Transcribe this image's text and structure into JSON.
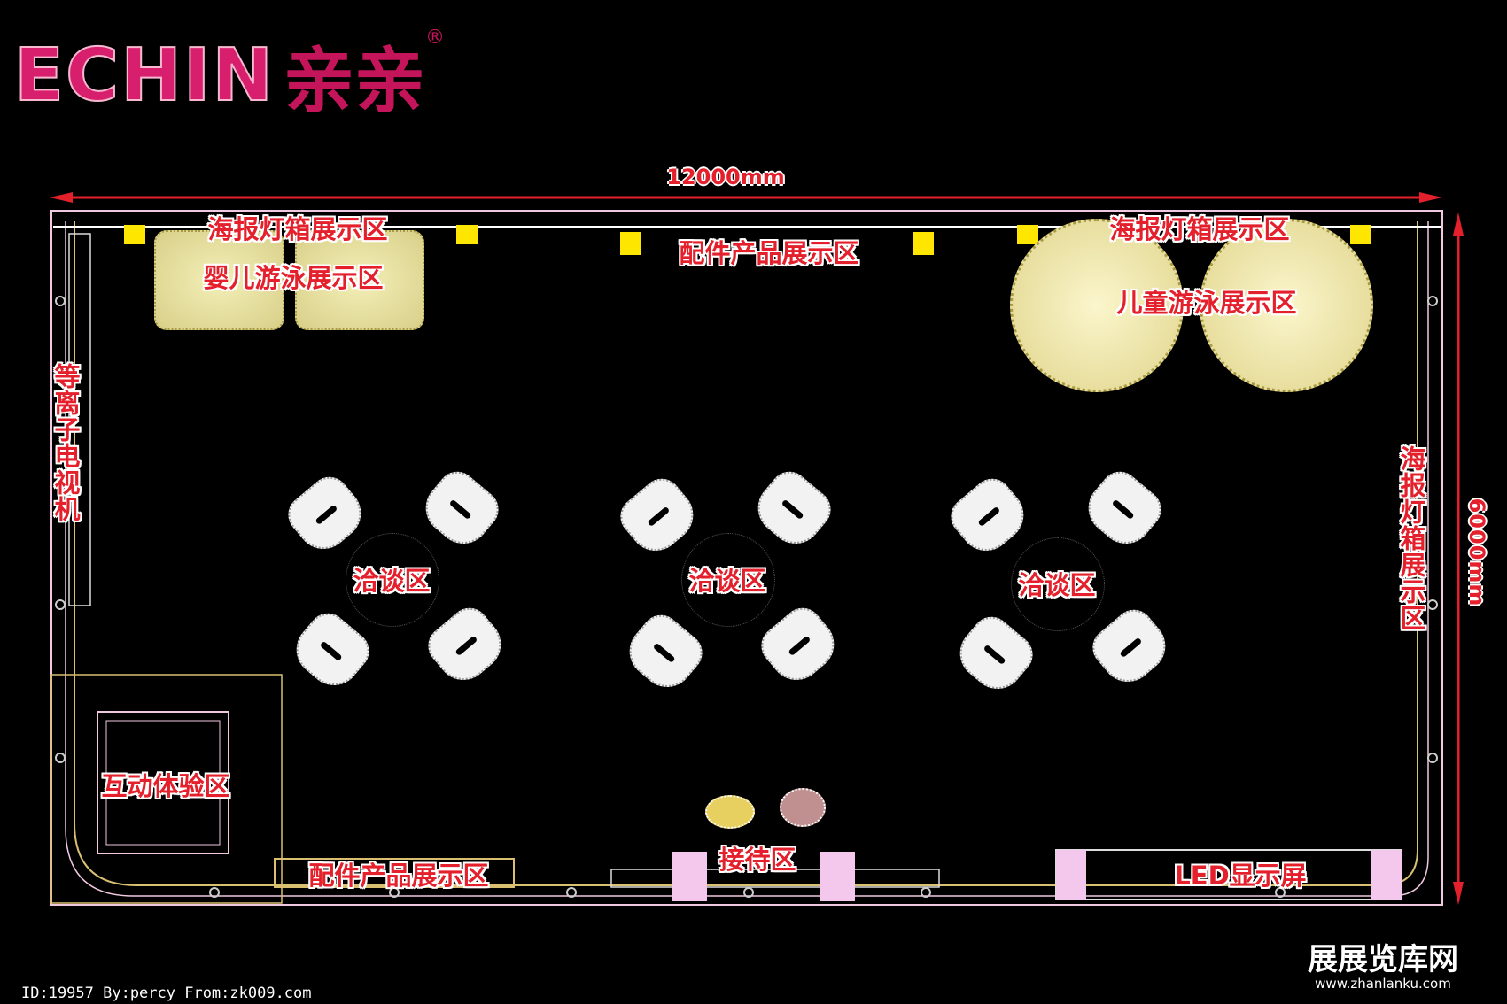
{
  "logo": {
    "brand": "ECHIN",
    "chinese": "亲亲",
    "registered": "®"
  },
  "dimensions": {
    "width": "12000mm",
    "depth": "6000mm"
  },
  "zones": {
    "poster_lightbox_top_left": "海报灯箱展示区",
    "baby_swim": "婴儿游泳展示区",
    "accessories_top": "配件产品展示区",
    "poster_lightbox_top_right": "海报灯箱展示区",
    "kids_swim": "儿童游泳展示区",
    "plasma_tv": "等离子电视机",
    "poster_lightbox_right": "海报灯箱展示区",
    "negotiation": [
      "洽谈区",
      "洽谈区",
      "洽谈区"
    ],
    "interactive": "互动体验区",
    "accessories_bottom": "配件产品展示区",
    "reception": "接待区",
    "led_screen": "LED显示屏"
  },
  "footer": "ID:19957 By:percy From:zk009.com",
  "watermark": {
    "name": "展展览库网",
    "url": "www.zhanlanku.com"
  },
  "colors": {
    "label": "#e3202b",
    "outline": "#ffffff",
    "dimension": "#e3202b",
    "pool": "#f3efb8"
  }
}
